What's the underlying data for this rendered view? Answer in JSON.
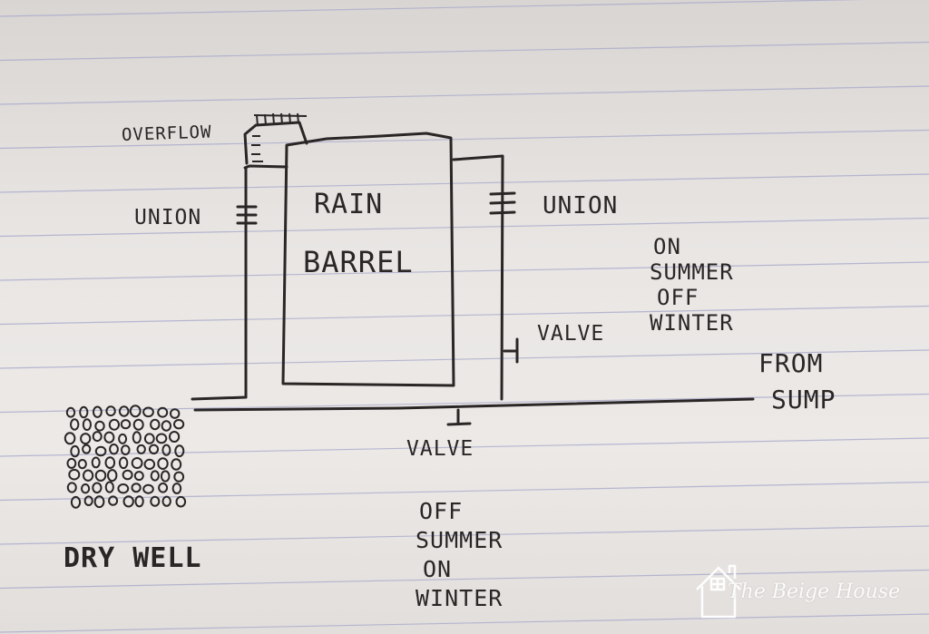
{
  "diagram": {
    "labels": {
      "overflow": "OVERFLOW",
      "union_left": "UNION",
      "union_right": "UNION",
      "rain": "RAIN",
      "barrel": "BARREL",
      "valve_right": "VALVE",
      "valve_bottom": "VALVE",
      "from": "FROM",
      "sump": "SUMP",
      "dry_well": "DRY WELL"
    },
    "valve_right_states": [
      "ON",
      "SUMMER",
      "OFF",
      "WINTER"
    ],
    "valve_bottom_states": [
      "OFF",
      "SUMMER",
      "ON",
      "WINTER"
    ]
  },
  "watermark": {
    "text": "The Beige House",
    "icon": "house-icon"
  },
  "colors": {
    "ink": "#2a2626",
    "paper": "#ece9e7",
    "rule_line": "#a9aacb"
  }
}
